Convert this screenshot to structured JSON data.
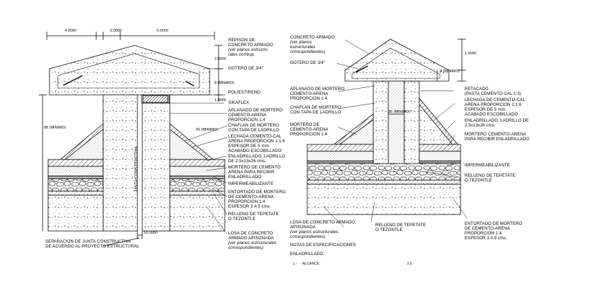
{
  "left": {
    "dims": {
      "d1": "4.0000",
      "d2": "2.0000",
      "d3": "6.0000",
      "d4": "2.0000",
      "d5": "8 (MINIMO)",
      "d6": "1.0000",
      "d7": "65 (MINIMO)",
      "d8": "88 (MINIMO)",
      "d9": "10.0000"
    },
    "junta": "JUNTA CONSTRUCTIVA",
    "labels": {
      "repison": "REPISON DE\nCONCRETO ARMADO",
      "repison_sub": "(ver planos estructu-\nrales corresp.",
      "gotero": "GOTERO DE 3/4\"",
      "poliestireno": "POLIESTIRENO",
      "sikaflex": "SIKAFLEX",
      "aplanado": "APLANADO DE MORTERO\nCEMENTO-ARENA\nPROPORCION 1:4",
      "chaflan": "CHAFLAN DE MORTERO\nCON TAPA DE LADRILLO",
      "lechada": "LECHADA CEMENTO-CAL\nARENA PROPORCION 1:1:6\nESPESOR DE 5 mm.\nACABADO ESCOBILLADO",
      "enladrillado": "ENLADRILLADO, LADRILLO\nDE 2.5x13x26 cms.",
      "mortero": "MORTERO DE CEMENTO\nARENA PARA RECIBIR\nENLADRILLADO",
      "impermeabilizante": "IMPERMEABILIZANTE",
      "entortado": "ENTORTADO DE MORTERO\nDE CEMENTO-ARENA\nPROPORCION 1:4\nESPESOR 3 A 5 cms.",
      "relleno": "RELLENO DE TEPETATE\nO TEZONTLE",
      "losa": "LOSA DE CONCRETO\nARMADO APISONADA",
      "losa_sub": "(ver planos estructurales\ncorrespondientes)",
      "separacion": "SEPARACION DE JUNTA CONSTRUCTIVA\nDE ACUERDO AL PROYECTO ESTRUCTURAL"
    }
  },
  "right": {
    "dims": {
      "d1": "1.6000",
      "d2": "8 (MINIMO)",
      "d3": "26 (MINIMO)"
    },
    "labels": {
      "concreto": "CONCRETO ARMADO",
      "concreto_sub": "(ver planos\nestructurales\ncorrespondientes)",
      "gotero": "GOTERO DE 3/4\"",
      "aplanado": "APLANADO DE MORTERO\nCEMENTO-ARENA\nPROPORCION 1:4",
      "chaflan": "CHAFLAN DE MORTERO\nCON TAPA DE LADRILLO",
      "mortero": "MORTERO DE\nCEMENTO-ARENA\nPROPORCION 1:4",
      "retacado": "RETACADO\n(PASTA CEMENTO-CAL 1:3)",
      "lechada": "LECHADA DE CEMENTO-CAL\nARENA PROPORCION 1:1:6\nESPESOR DE 5 mm.\nACABADO ESCOBILLADO",
      "enladrillado": "ENLADRILLADO, LADRILLO DE\n2.5x13x26 cms.",
      "mortero2": "MORTERO CEMENTO-ARENA\nPARA RECIBIR ENLADRILLADO",
      "impermeabilizante": "IMPERMEABILIZANTE",
      "relleno": "RELLENO DE TEPETATE\nO TEZONTLE",
      "losa": "LOSA DE CONCRETO ARMADO,\nAPISONADA",
      "losa_sub": "(ver planos estructurales\ncorrespondientes)",
      "entortado": "ENTORTADO DE MORTERO\nDE CEMENTO-ARENA\nPROPORCION 1:4\nESPESOR 3 A 5 cms."
    }
  },
  "notes": {
    "title": "NOTAS DE ESPECIFICACIONES",
    "sub": "ENLADRILLADO.",
    "n1": "1.-",
    "alcance": "ALCANCE:",
    "n2": "3.5.-"
  }
}
